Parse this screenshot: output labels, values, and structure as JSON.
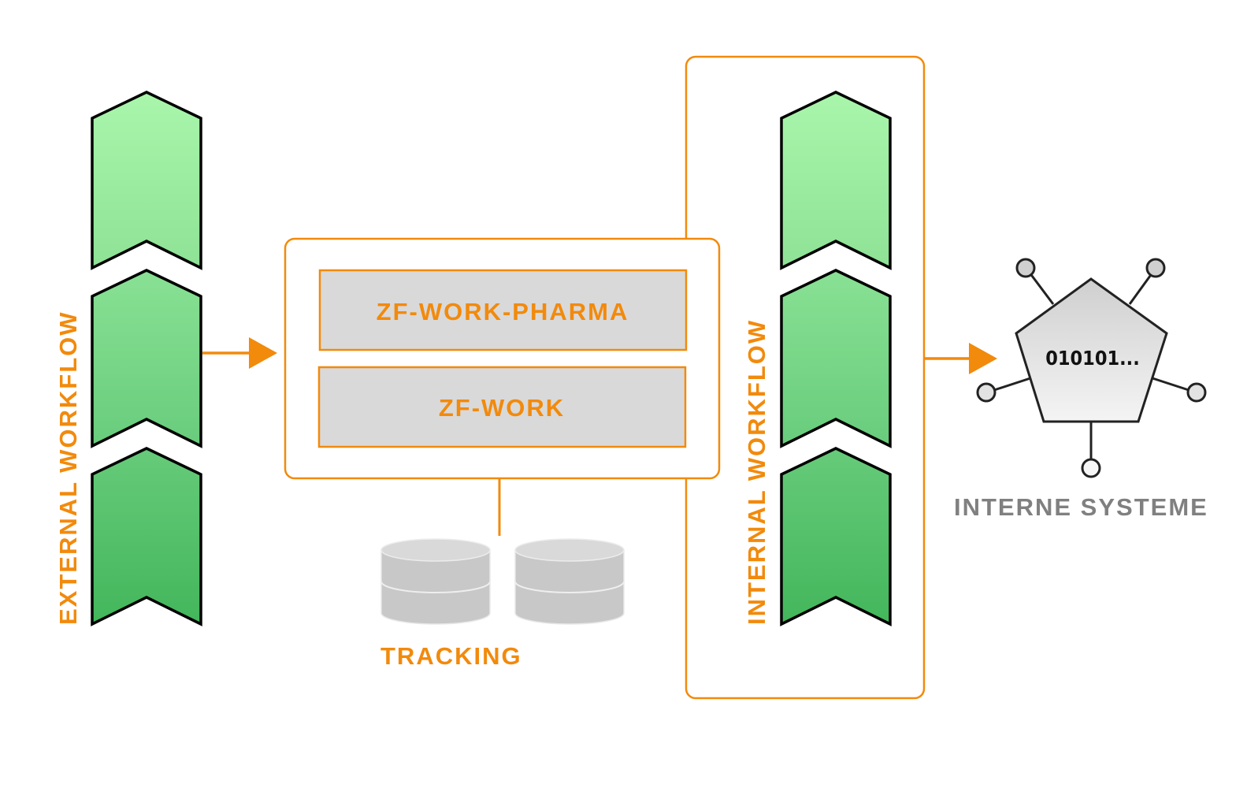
{
  "diagram": {
    "external_workflow": {
      "label": "EXTERNAL WORKFLOW",
      "steps": 3
    },
    "processing_box": {
      "modules": [
        {
          "label": "ZF-WORK-PHARMA"
        },
        {
          "label": "ZF-WORK"
        }
      ]
    },
    "tracking": {
      "label": "TRACKING",
      "databases": 2
    },
    "internal_workflow": {
      "label": "INTERNAL WORKFLOW",
      "steps": 3
    },
    "internal_systems": {
      "label": "INTERNE SYSTEME",
      "node_text": "010101..."
    },
    "colors": {
      "accent": "#f28a0c",
      "chevron_top": "#a8f5aa",
      "chevron_bottom": "#44b75c",
      "module_fill": "#d9d9d9",
      "db_fill": "#c8c8c8",
      "system_label": "#808080"
    }
  }
}
